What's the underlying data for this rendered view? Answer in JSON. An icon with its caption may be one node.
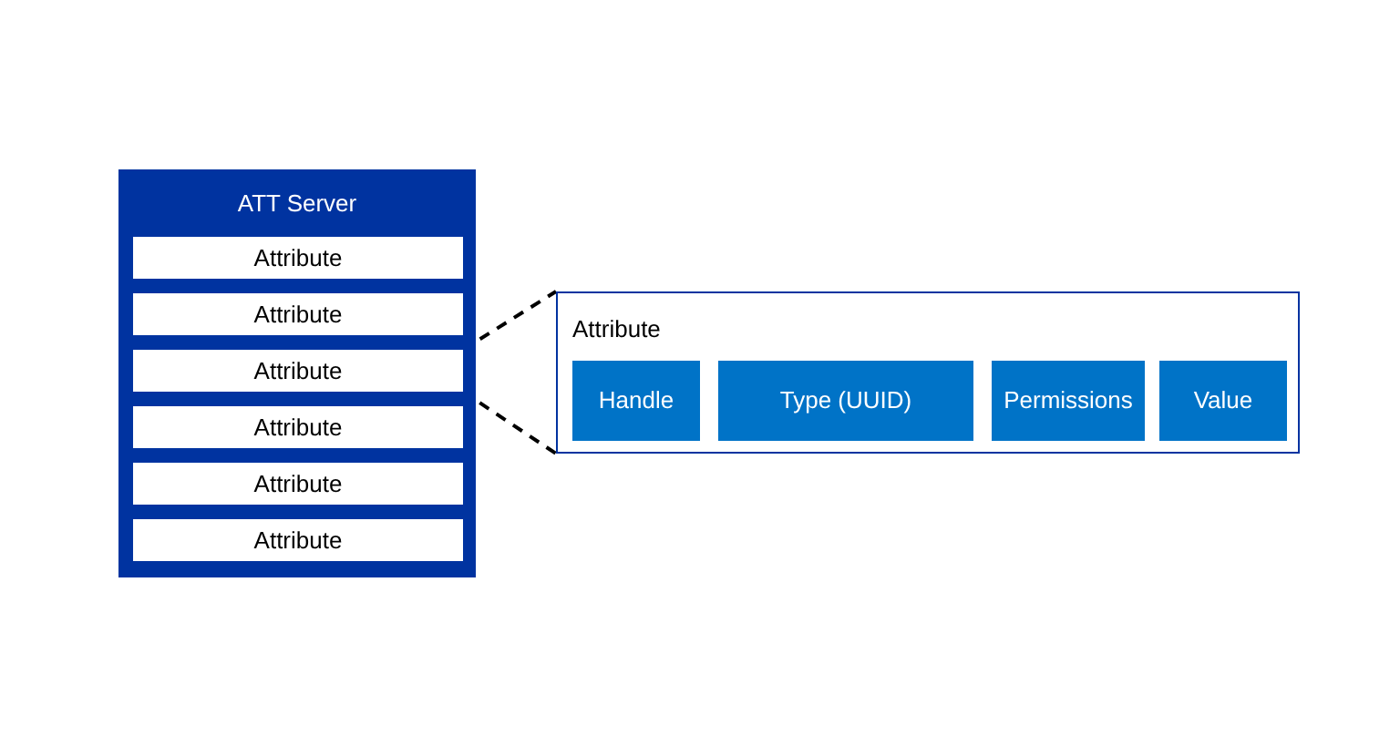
{
  "diagram": {
    "nodes": [
      {
        "text": [
          "ATT Server"
        ]
      },
      {
        "text": [
          "Attribute"
        ],
        "in": 0
      },
      {
        "text": [
          "Attribute"
        ],
        "in": 0
      },
      {
        "text": [
          "Attribute"
        ],
        "in": 0
      },
      {
        "text": [
          "Attribute"
        ],
        "in": 0
      },
      {
        "text": [
          "Attribute"
        ],
        "in": 0
      },
      {
        "text": [
          "Attribute"
        ],
        "in": 0
      },
      {
        "text": [
          "Attribute"
        ]
      },
      {
        "text": [
          "Handle"
        ],
        "in": 7
      },
      {
        "text": [
          "Type (UUID)"
        ],
        "in": 7
      },
      {
        "text": [
          "Permissions"
        ],
        "in": 7
      },
      {
        "text": [
          "Value"
        ],
        "in": 7
      }
    ],
    "edges": [
      {
        "from": 3,
        "to": 7,
        "arrow": "none",
        "style": "dashed"
      },
      {
        "from": 3,
        "to": 7,
        "arrow": "none",
        "style": "dashed"
      }
    ]
  }
}
